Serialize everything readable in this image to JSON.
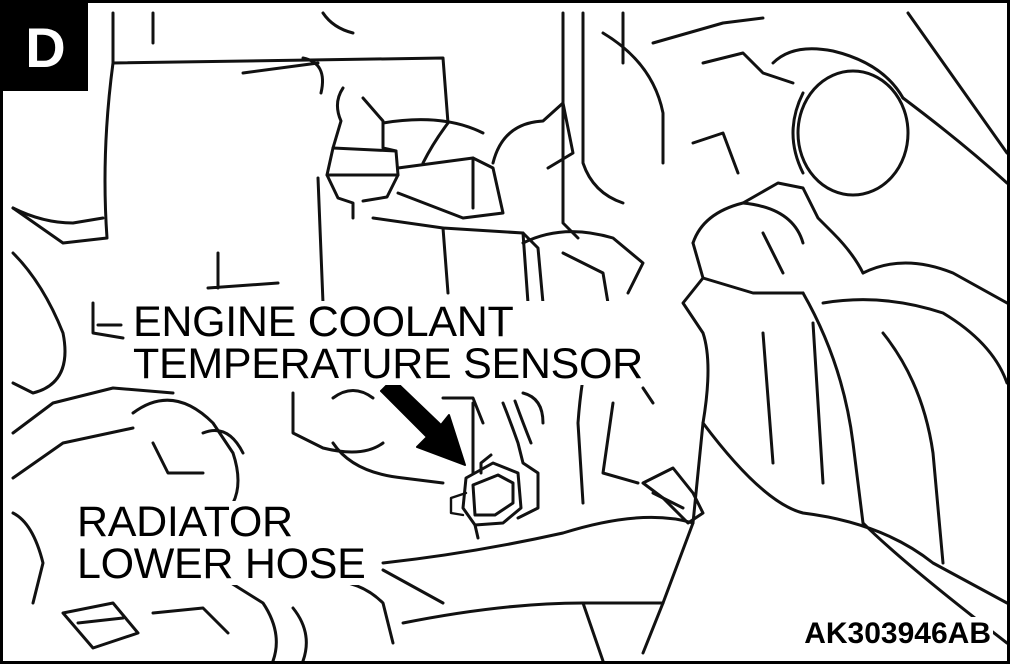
{
  "figure": {
    "view_badge": "D",
    "callouts": {
      "sensor": [
        "ENGINE COOLANT",
        "TEMPERATURE SENSOR"
      ],
      "hose": [
        "RADIATOR",
        "LOWER HOSE"
      ]
    },
    "figure_code": "AK303946AB"
  }
}
